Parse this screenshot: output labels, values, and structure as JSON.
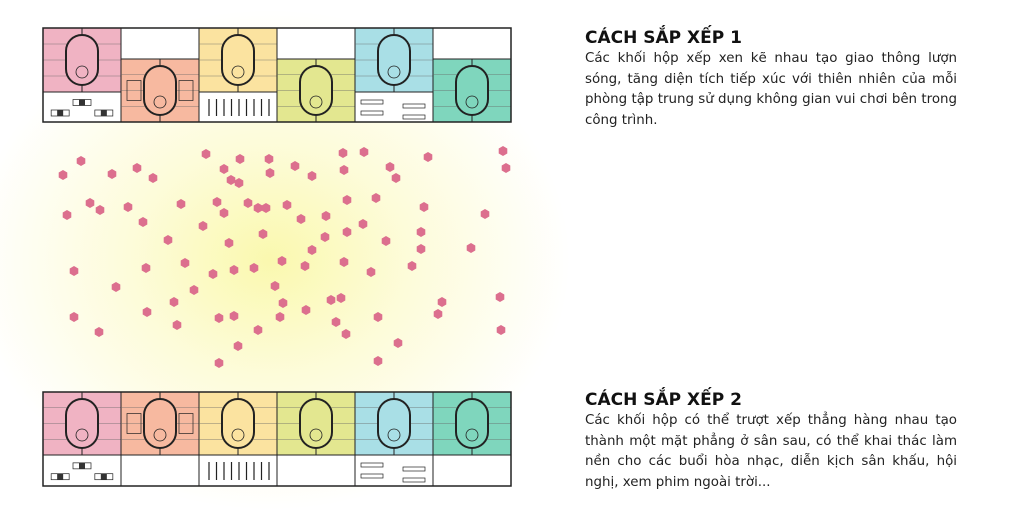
{
  "section1": {
    "title": "CÁCH SẮP XẾP 1",
    "body": "Các khối hộp xếp xen kẽ nhau tạo giao thông lượn sóng, tăng diện tích tiếp xúc với thiên nhiên của mỗi phòng tập trung sử dụng không gian vui chơi bên trong công trình."
  },
  "section2": {
    "title": "CÁCH SẮP XẾP 2",
    "body": "Các khối hộp có thể trượt xếp thẳng hàng nhau tạo thành một mặt phẳng ở sân sau, có thể khai thác làm nền cho các buổi hòa nhạc, diễn kịch sân khấu, hội nghị, xem phim ngoài trời..."
  },
  "colors": {
    "rooms": [
      "#f0b3c3",
      "#f7b9a0",
      "#fbe3a0",
      "#e3e790",
      "#a9dfe6",
      "#7fd6bd"
    ],
    "dot": "#dc6f8e",
    "outline": "#222222"
  }
}
